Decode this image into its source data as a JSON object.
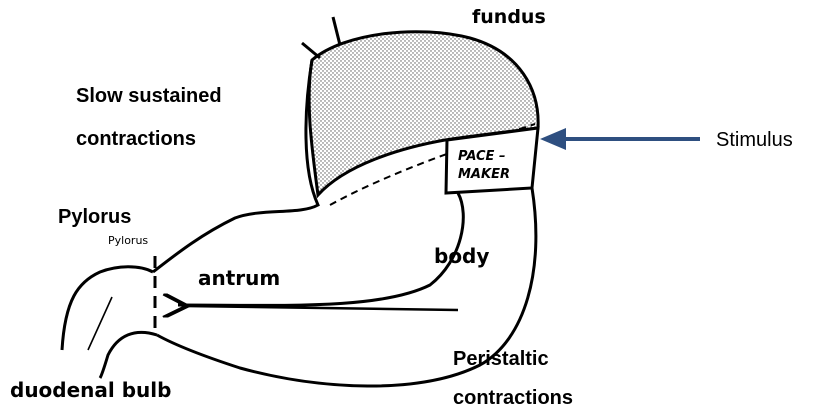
{
  "labels": {
    "fundus": "fundus",
    "slow_sustained_line1": "Slow sustained",
    "slow_sustained_line2": "contractions",
    "stimulus": "Stimulus",
    "pace_line1": "PACE –",
    "pace_line2": "MAKER",
    "pylorus_heading": "Pylorus",
    "pylorus_small": "Pylorus",
    "body": "body",
    "antrum": "antrum",
    "duodenal_bulb": "duodenal bulb",
    "peristaltic_line1": "Peristaltic",
    "peristaltic_line2": "contractions"
  },
  "colors": {
    "arrow": "#2E4F80",
    "ink": "#000000",
    "stipple": "#555555"
  }
}
